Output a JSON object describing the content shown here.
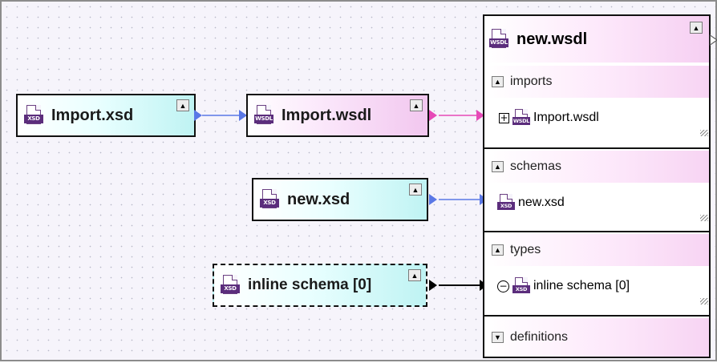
{
  "nodes": {
    "import_xsd": {
      "label": "Import.xsd",
      "icon": "xsd-file-icon",
      "icon_tag": "XSD"
    },
    "import_wsdl": {
      "label": "Import.wsdl",
      "icon": "wsdl-file-icon",
      "icon_tag": "WSDL"
    },
    "new_xsd": {
      "label": "new.xsd",
      "icon": "xsd-file-icon",
      "icon_tag": "XSD"
    },
    "inline_schema": {
      "label": "inline schema [0]",
      "icon": "xsd-file-icon",
      "icon_tag": "XSD"
    }
  },
  "panel": {
    "title": "new.wsdl",
    "title_icon_tag": "WSDL",
    "sections": {
      "imports": {
        "label": "imports",
        "item": "Import.wsdl",
        "item_icon_tag": "WSDL"
      },
      "schemas": {
        "label": "schemas",
        "item": "new.xsd",
        "item_icon_tag": "XSD"
      },
      "types": {
        "label": "types",
        "item": "inline schema [0]",
        "item_icon_tag": "XSD"
      },
      "definitions": {
        "label": "definitions"
      }
    }
  },
  "colors": {
    "xsd_node": "#bff3f3",
    "wsdl_node": "#f2c7ef",
    "link_blue": "#5a78e6",
    "link_pink": "#e64ab7",
    "link_black": "#000000",
    "canvas_bg": "#f6f4fb"
  }
}
